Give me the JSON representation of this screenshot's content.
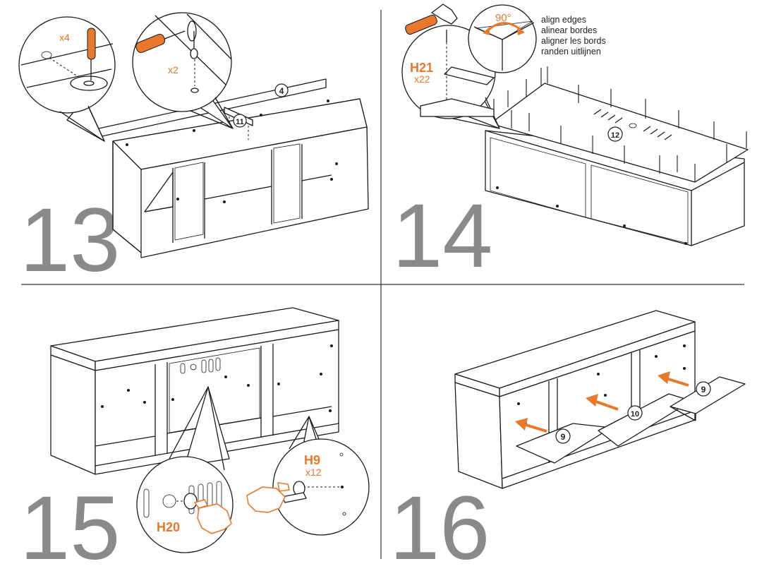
{
  "steps": [
    {
      "number": "13",
      "callouts": [
        {
          "qty": "x4"
        },
        {
          "qty": "x2"
        }
      ],
      "parts": [
        "4",
        "11"
      ]
    },
    {
      "number": "14",
      "hardware": {
        "code": "H21",
        "qty": "x22"
      },
      "angle": "90°",
      "notes": [
        "align edges",
        "alinear bordes",
        "aligner les bords",
        "randen uitlijnen"
      ],
      "parts": [
        "12"
      ]
    },
    {
      "number": "15",
      "hardware": [
        {
          "code": "H20"
        },
        {
          "code": "H9",
          "qty": "x12"
        }
      ]
    },
    {
      "number": "16",
      "parts": [
        "9",
        "10",
        "9"
      ]
    }
  ],
  "icons": [
    "screwdriver-icon",
    "hammer-icon",
    "hand-icon",
    "arrow-icon"
  ],
  "colors": {
    "accent": "#e8782c",
    "line": "#1a1a1a",
    "step_number": "#8a8a8a",
    "background": "#ffffff"
  }
}
